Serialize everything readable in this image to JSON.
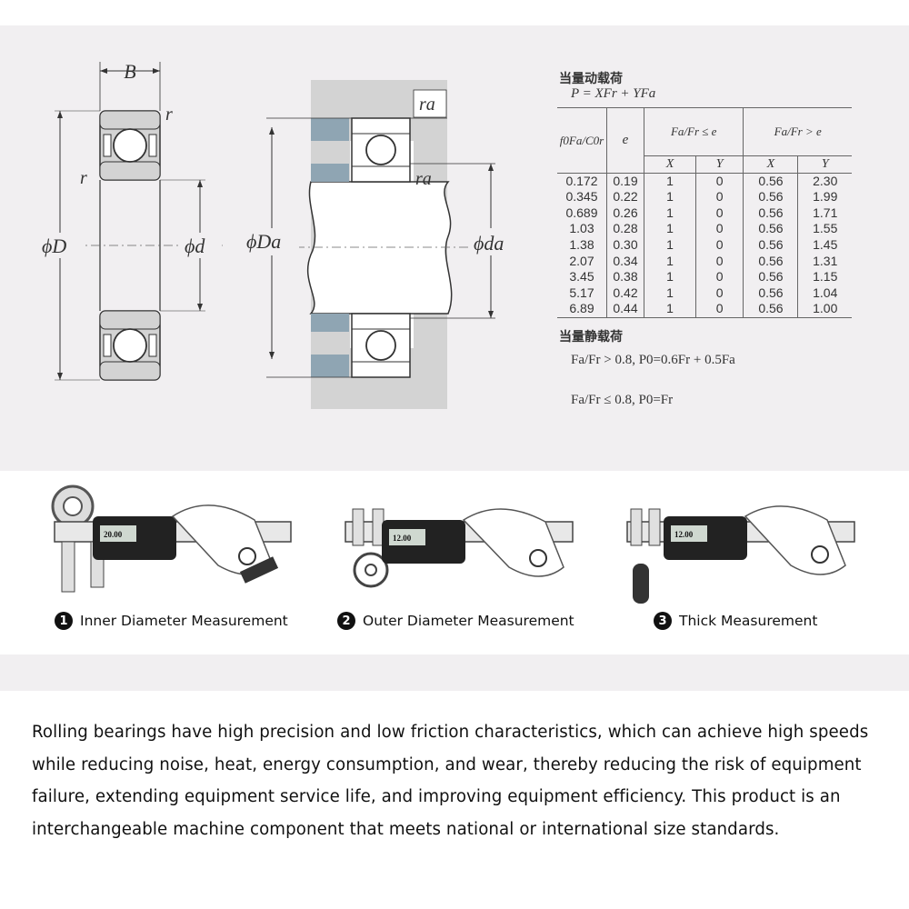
{
  "dynamic_load": {
    "title": "当量动载荷",
    "formula": "P = XFr + YFa",
    "header_ratio": "f0Fa/C0r",
    "header_e": "e",
    "header_group1": "Fa/Fr ≤ e",
    "header_group2": "Fa/Fr > e",
    "sub_x1": "X",
    "sub_y1": "Y",
    "sub_x2": "X",
    "sub_y2": "Y",
    "rows": [
      {
        "r": "0.172",
        "e": "0.19",
        "x1": "1",
        "y1": "0",
        "x2": "0.56",
        "y2": "2.30"
      },
      {
        "r": "0.345",
        "e": "0.22",
        "x1": "1",
        "y1": "0",
        "x2": "0.56",
        "y2": "1.99"
      },
      {
        "r": "0.689",
        "e": "0.26",
        "x1": "1",
        "y1": "0",
        "x2": "0.56",
        "y2": "1.71"
      },
      {
        "r": "1.03",
        "e": "0.28",
        "x1": "1",
        "y1": "0",
        "x2": "0.56",
        "y2": "1.55"
      },
      {
        "r": "1.38",
        "e": "0.30",
        "x1": "1",
        "y1": "0",
        "x2": "0.56",
        "y2": "1.45"
      },
      {
        "r": "2.07",
        "e": "0.34",
        "x1": "1",
        "y1": "0",
        "x2": "0.56",
        "y2": "1.31"
      },
      {
        "r": "3.45",
        "e": "0.38",
        "x1": "1",
        "y1": "0",
        "x2": "0.56",
        "y2": "1.15"
      },
      {
        "r": "5.17",
        "e": "0.42",
        "x1": "1",
        "y1": "0",
        "x2": "0.56",
        "y2": "1.04"
      },
      {
        "r": "6.89",
        "e": "0.44",
        "x1": "1",
        "y1": "0",
        "x2": "0.56",
        "y2": "1.00"
      }
    ]
  },
  "static_load": {
    "title": "当量静载荷",
    "line1": "Fa/Fr > 0.8,  P0=0.6Fr + 0.5Fa",
    "line2": "Fa/Fr ≤ 0.8,  P0=Fr"
  },
  "diagram_labels": {
    "width": "B",
    "radius": "r",
    "outer_d": "ϕD",
    "inner_d": "ϕd",
    "housing_d": "ϕDa",
    "shaft_d": "ϕda",
    "fillet": "ra"
  },
  "caliper_readouts": {
    "inner": "20.00",
    "outer": "12.00",
    "thick": "12.00"
  },
  "measurements": [
    {
      "num": "1",
      "label": "Inner Diameter Measurement"
    },
    {
      "num": "2",
      "label": "Outer Diameter Measurement"
    },
    {
      "num": "3",
      "label": "Thick Measurement"
    }
  ],
  "description": "Rolling bearings have high precision and low friction characteristics, which can achieve high speeds while reducing noise, heat, energy consumption, and wear, thereby reducing the risk of equipment failure, extending equipment service life, and improving equipment efficiency. This product is an interchangeable machine component that meets national or international size standards.",
  "colors": {
    "panel_bg": "#f1eff1",
    "housing_gray": "#d3d3d3",
    "shoulder_blue": "#8fa5b3",
    "ink": "#333333"
  }
}
